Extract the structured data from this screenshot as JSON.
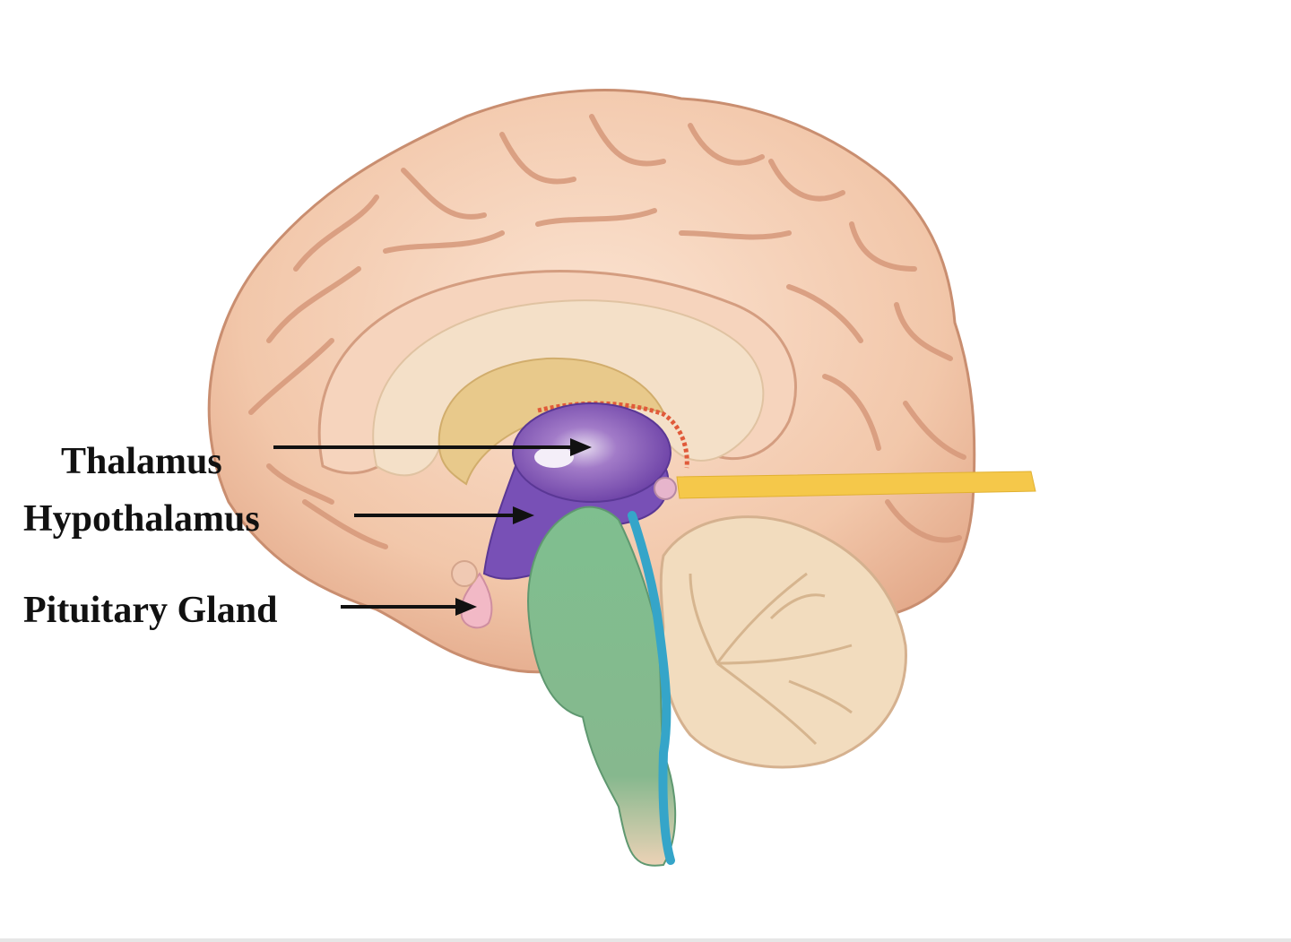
{
  "labels": {
    "thalamus": "Thalamus",
    "hypothalamus": "Hypothalamus",
    "pituitary": "Pituitary Gland"
  },
  "colors": {
    "background": "#ffffff",
    "cortex": "#f2c9ad",
    "cortex_shadow": "#d9a083",
    "white_matter": "#f3dcc0",
    "ventricle": "#e9c98a",
    "thalamus": "#8a5fb5",
    "hypothalamus": "#7a50b8",
    "pituitary": "#f0b8c6",
    "brainstem": "#7fb58a",
    "canal": "#3aa6c8",
    "cerebellum": "#f0d8b8",
    "pineal_band": "#f5c84a",
    "arrow": "#111111"
  }
}
